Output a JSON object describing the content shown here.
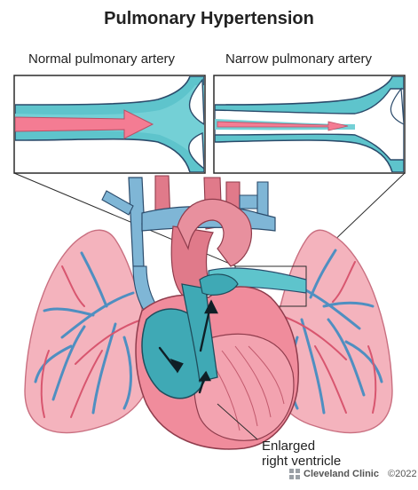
{
  "figure": {
    "title": "Pulmonary Hypertension",
    "left_panel_label": "Normal pulmonary artery",
    "right_panel_label": "Narrow pulmonary artery",
    "callout_line1": "Enlarged",
    "callout_line2": "right ventricle",
    "brand_name": "Cleveland Clinic",
    "copyright": "©2022"
  },
  "colors": {
    "artery_fill": "#5ec4cc",
    "artery_outline": "#2b4b6b",
    "heart_pink": "#f08c9c",
    "lung_pink": "#f4b3bd",
    "vein_blue": "#7fb6d6",
    "arrow_pink": "#f47c93"
  }
}
